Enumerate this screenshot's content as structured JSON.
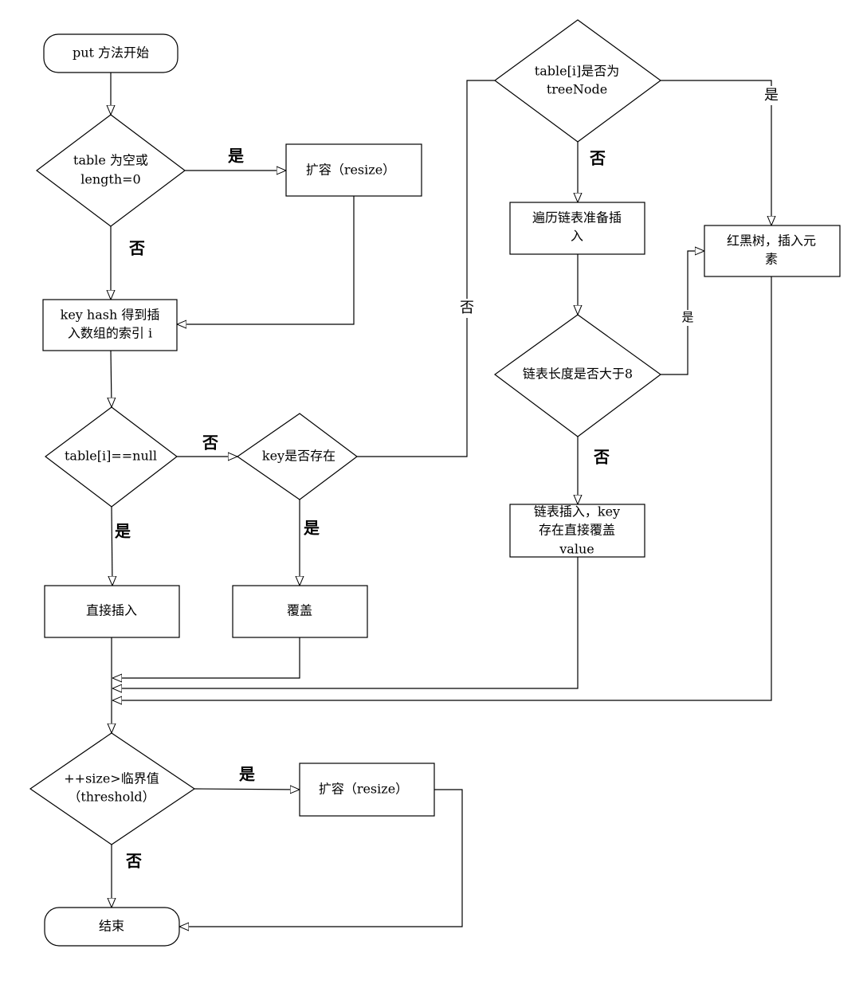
{
  "nodes": {
    "start": "put 方法开始",
    "check_empty": [
      "table 为空或",
      "length=0"
    ],
    "resize_first": "扩容（resize）",
    "hash_index": [
      "key hash 得到插",
      "入数组的索引 i"
    ],
    "check_null": "table[i]==null",
    "key_exists": "key是否存在",
    "direct_insert": "直接插入",
    "overwrite": "覆盖",
    "check_treenode": [
      "table[i]是否为",
      "treeNode"
    ],
    "traverse_list": [
      "遍历链表准备插",
      "入"
    ],
    "red_black_tree": [
      "红黑树，插入元",
      "素"
    ],
    "check_length": "链表长度是否大于8",
    "list_insert": [
      "链表插入，key",
      "存在直接覆盖",
      "value"
    ],
    "check_size": [
      "++size>临界值",
      "（threshold）"
    ],
    "resize_second": "扩容（resize）",
    "end": "结束"
  },
  "edge_labels": {
    "empty_yes": "是",
    "empty_no": "否",
    "null_no": "否",
    "null_yes": "是",
    "key_yes": "是",
    "key_no": "否",
    "treenode_yes": "是",
    "treenode_no": "否",
    "length_yes": "是",
    "length_no": "否",
    "size_yes": "是",
    "size_no": "否"
  },
  "colors": {
    "stroke": "#000000",
    "fill": "#ffffff"
  }
}
